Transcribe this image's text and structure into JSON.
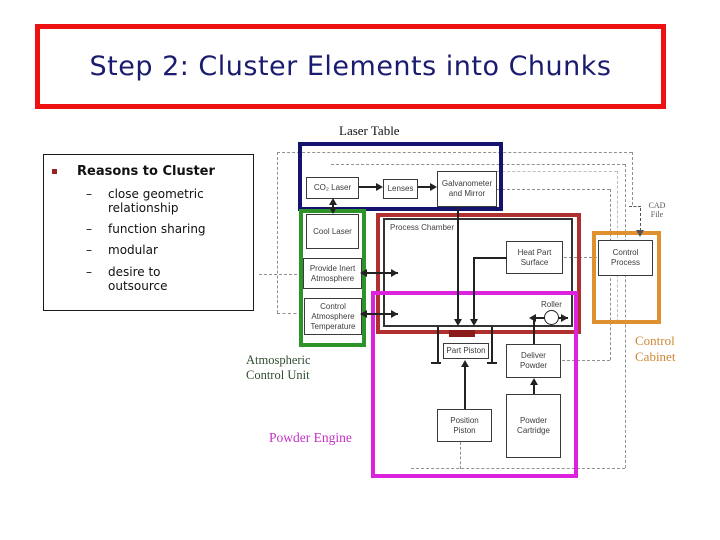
{
  "slide": {
    "title": "Step 2: Cluster Elements into Chunks"
  },
  "reasons": {
    "heading": "Reasons to Cluster",
    "marker": "–",
    "items": [
      "close geometric relationship",
      "function sharing",
      "modular",
      "desire to outsource"
    ]
  },
  "diagram": {
    "labels": {
      "laser_table": "Laser Table",
      "process_chamber": "Process Chamber",
      "atmospheric_control_unit": "Atmospheric Control Unit",
      "powder_engine": "Powder Engine",
      "control_cabinet": "Control Cabinet",
      "cad_file": "CAD File",
      "roller": "Roller"
    },
    "nodes": {
      "co2_laser": "CO₂ Laser",
      "lenses": "Lenses",
      "galvanometer_mirror": "Galvanometer and Mirror",
      "cool_laser": "Cool Laser",
      "provide_inert_atmosphere": "Provide Inert Atmosphere",
      "control_atmosphere_temperature": "Control Atmosphere Temperature",
      "heat_part_surface": "Heat Part Surface",
      "control_process": "Control Process",
      "part_piston": "Part Piston",
      "deliver_powder": "Deliver Powder",
      "position_piston": "Position Piston",
      "powder_cartridge": "Powder Cartridge"
    },
    "cluster_colors": {
      "laser_table": "#14146E",
      "atmospheric_control_unit": "#2E9328",
      "process_chamber": "#B03030",
      "powder_engine": "#DD22DD",
      "control_cabinet": "#E0912F"
    },
    "accent_colors": {
      "title_border": "#EE1111",
      "title_text": "#1B1B6F",
      "powder_engine_label": "#C332C3",
      "control_cabinet_label": "#CC8833",
      "atmospheric_label": "#2F4D2F",
      "part_bed_fill": "#8B1A1A",
      "bullet": "#992222"
    }
  }
}
